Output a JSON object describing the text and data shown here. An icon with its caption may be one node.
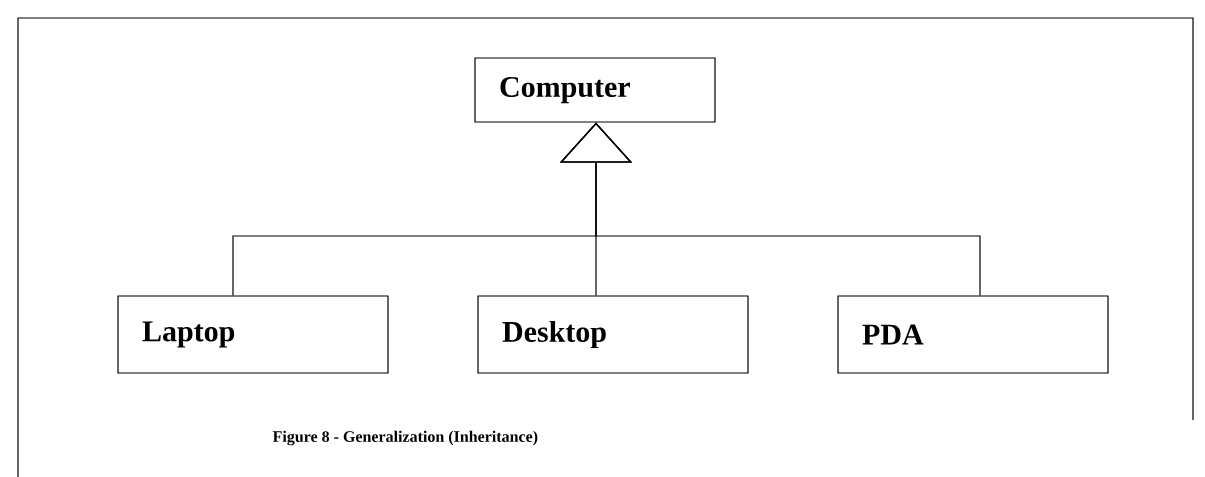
{
  "diagram": {
    "caption": "Figure 8 - Generalization (Inheritance)",
    "nodes": [
      {
        "text": [
          "Computer"
        ]
      },
      {
        "text": [
          "Laptop"
        ]
      },
      {
        "text": [
          "Desktop"
        ]
      },
      {
        "text": [
          "PDA"
        ]
      }
    ],
    "edges": [
      {
        "from": 1,
        "to": 0,
        "arrow": "to"
      },
      {
        "from": 2,
        "to": 0,
        "arrow": "to"
      },
      {
        "from": 3,
        "to": 0,
        "arrow": "to"
      }
    ]
  }
}
